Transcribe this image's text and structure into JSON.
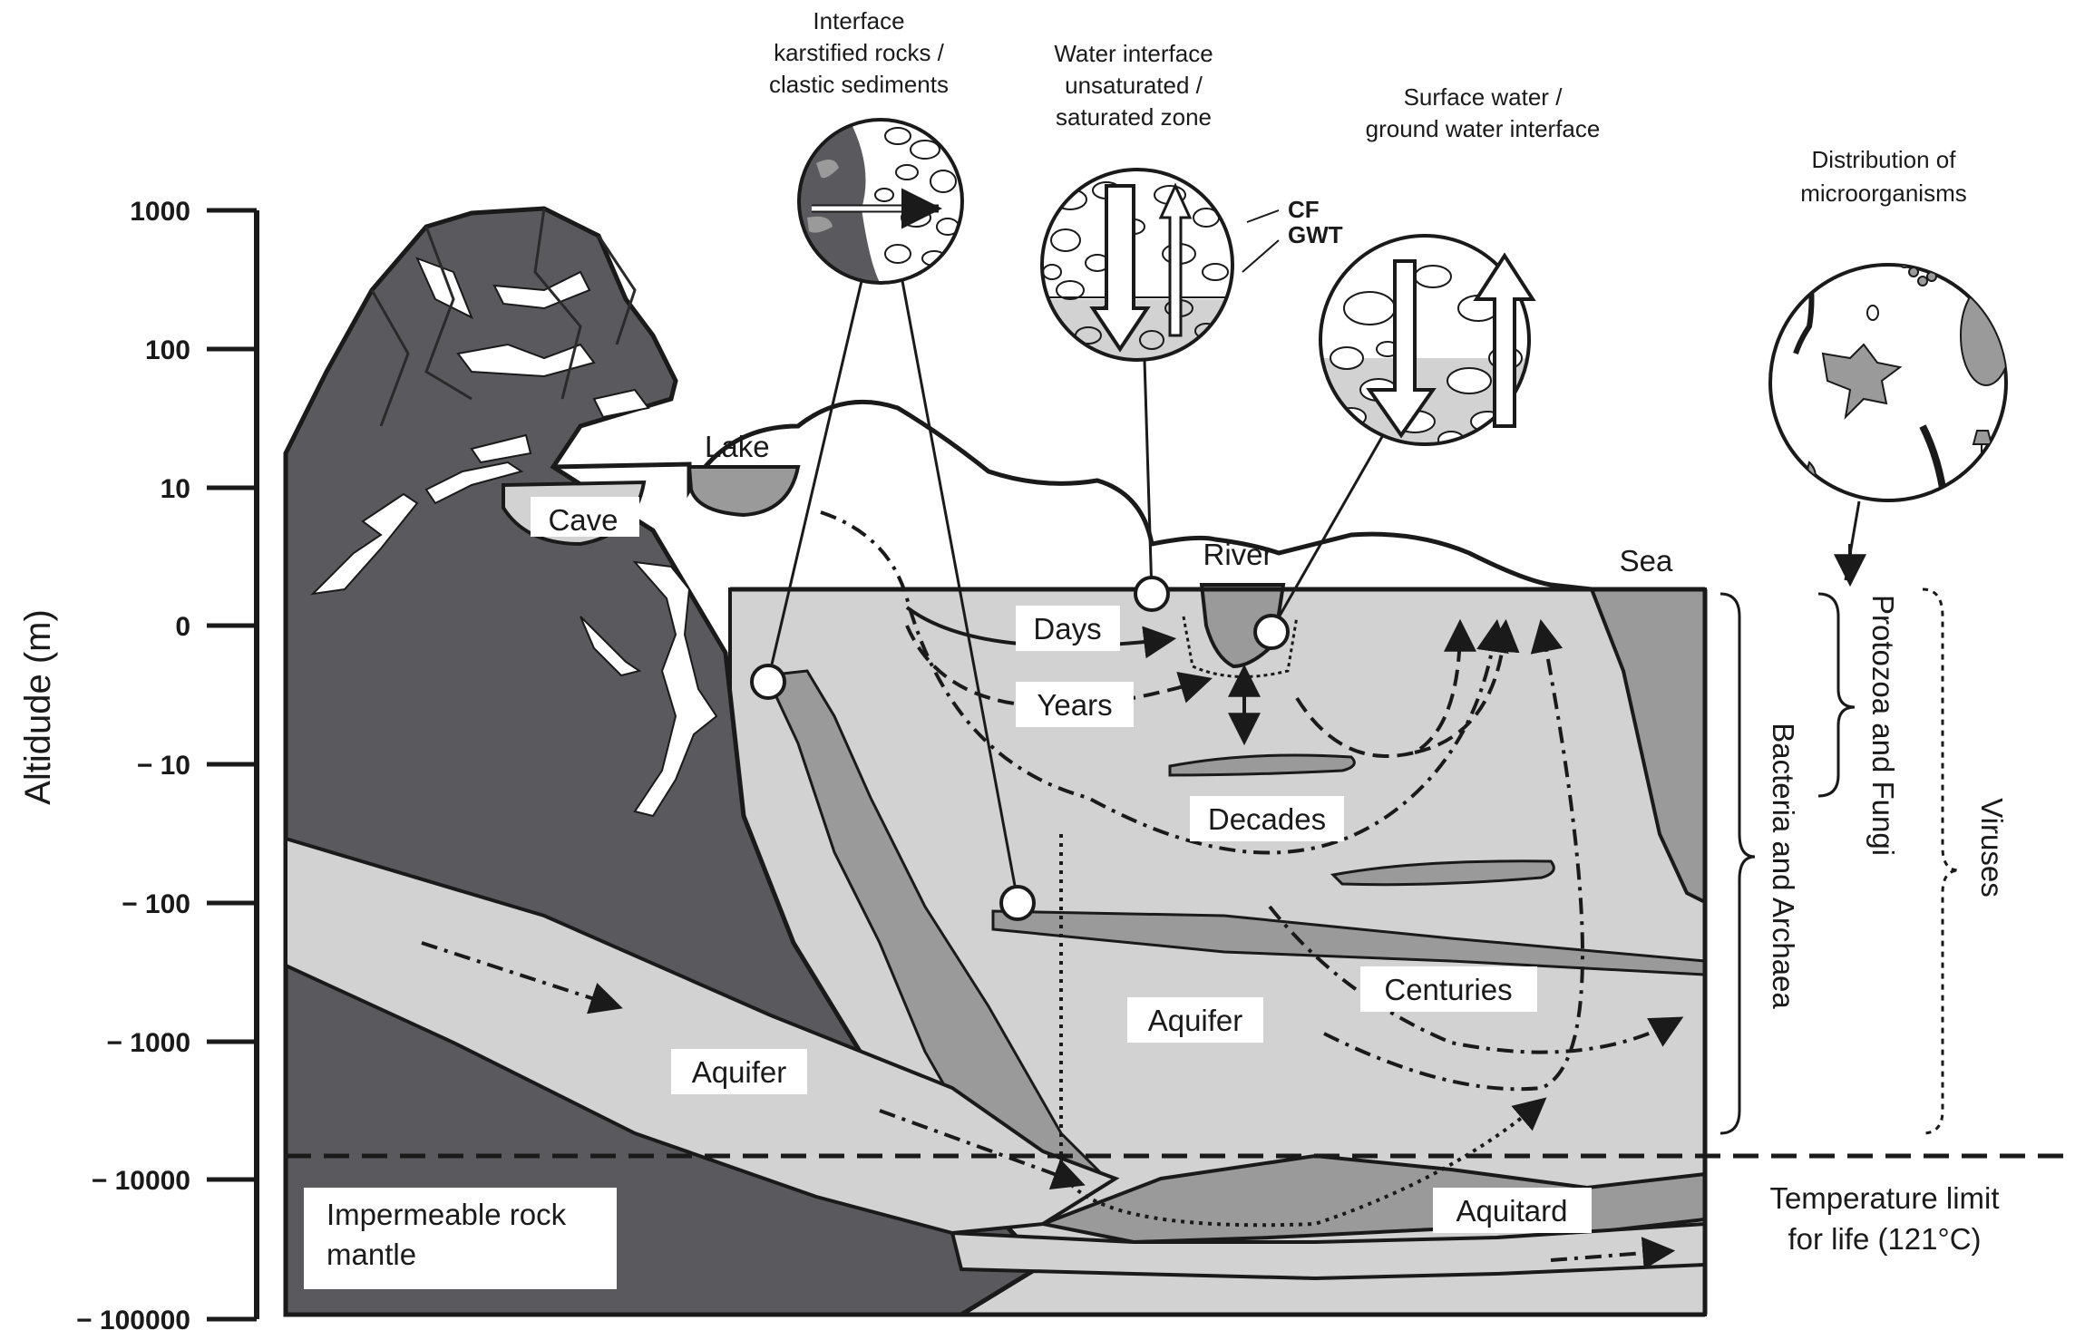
{
  "axis": {
    "label": "Altidude (m)",
    "ticks": [
      "1000",
      "100",
      "10",
      "0",
      "− 10",
      "− 100",
      "− 1000",
      "− 10000",
      "− 100000"
    ]
  },
  "callouts": {
    "karst": [
      "Interface",
      "karstified rocks /",
      "clastic sediments"
    ],
    "water": [
      "Water interface",
      "unsaturated /",
      "saturated zone"
    ],
    "surface": [
      "Surface water /",
      "ground water interface"
    ],
    "micro": [
      "Distribution of",
      "microorganisms"
    ],
    "cf": "CF",
    "gwt": "GWT"
  },
  "features": {
    "lake": "Lake",
    "cave": "Cave",
    "river": "River",
    "sea": "Sea"
  },
  "timescales": {
    "days": "Days",
    "years": "Years",
    "decades": "Decades",
    "centuries": "Centuries"
  },
  "layers": {
    "aquifer_left": "Aquifer",
    "aquifer_center": "Aquifer",
    "aquitard": "Aquitard",
    "mantle": [
      "Impermeable rock",
      "mantle"
    ]
  },
  "organisms": {
    "bacteria": "Bacteria and Archaea",
    "protozoa": "Protozoa and Fungi",
    "viruses": "Viruses"
  },
  "temperature": [
    "Temperature limit",
    "for life (121°C)"
  ],
  "colors": {
    "dark_rock": "#5a5a5e",
    "medium": "#9a9a9a",
    "light": "#d2d2d2",
    "line": "#1a1a1a"
  }
}
